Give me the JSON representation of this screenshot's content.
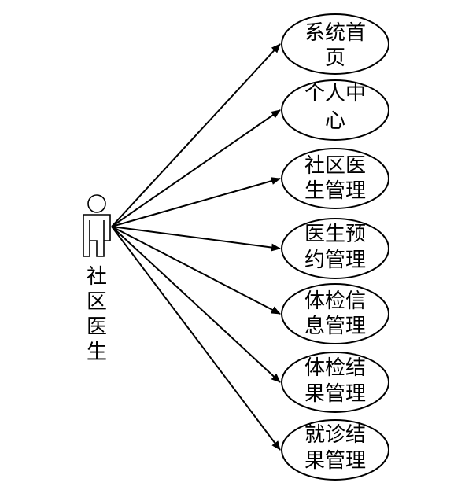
{
  "actor": {
    "name_chars": [
      "社",
      "区",
      "医",
      "生"
    ]
  },
  "use_cases": [
    {
      "line1": "系统首",
      "line2": "页"
    },
    {
      "line1": "个人中",
      "line2": "心"
    },
    {
      "line1": "社区医",
      "line2": "生管理"
    },
    {
      "line1": "医生预",
      "line2": "约管理"
    },
    {
      "line1": "体检信",
      "line2": "息管理"
    },
    {
      "line1": "体检结",
      "line2": "果管理"
    },
    {
      "line1": "就诊结",
      "line2": "果管理"
    }
  ]
}
